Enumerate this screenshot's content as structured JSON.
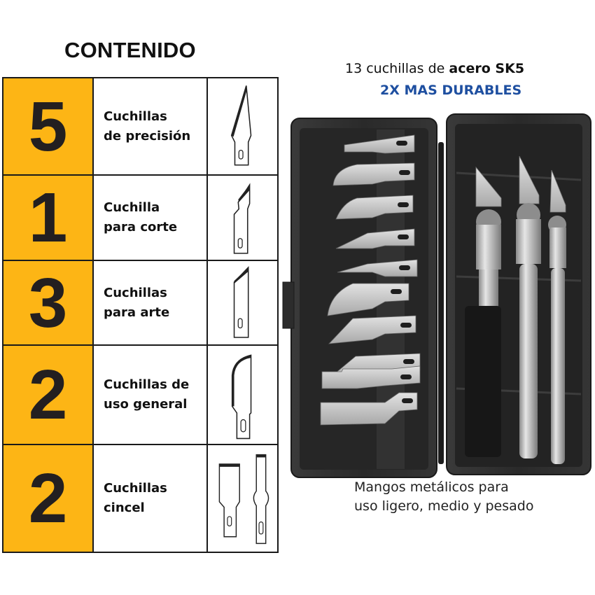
{
  "title": "CONTENIDO",
  "headline": {
    "prefix": "13 cuchillas de ",
    "bold": "acero SK5"
  },
  "subhead": "2X MAS DURABLES",
  "caption": "Mangos metálicos para\nuso ligero, medio y pesado",
  "colors": {
    "accent_yellow": "#fdb515",
    "subhead_blue": "#1e4fa0",
    "case_dark": "#2b2b2b"
  },
  "rows": [
    {
      "count": "5",
      "label": "Cuchillas\nde precisión",
      "icon": "precision-blade-icon"
    },
    {
      "count": "1",
      "label": "Cuchilla\npara corte",
      "icon": "cutting-blade-icon"
    },
    {
      "count": "3",
      "label": "Cuchillas\npara arte",
      "icon": "art-blade-icon"
    },
    {
      "count": "2",
      "label": "Cuchillas de\nuso general",
      "icon": "general-use-blade-icon"
    },
    {
      "count": "2",
      "label": "Cuchillas\ncincel",
      "icon": "chisel-blade-icon"
    }
  ],
  "product_image": {
    "description": "Open black plastic case with 13 blades and 3 metal knife handles",
    "blade_count": 13,
    "handle_count": 3
  }
}
